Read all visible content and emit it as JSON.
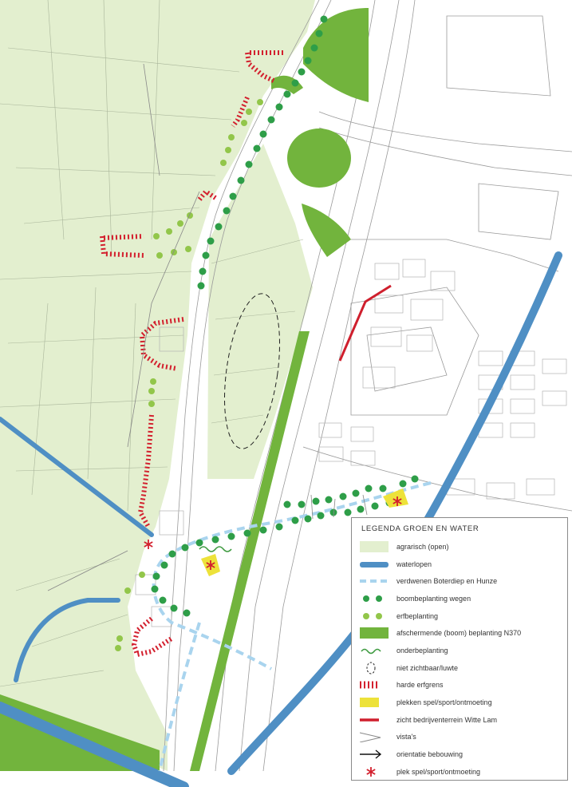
{
  "legend": {
    "title": "LEGENDA GROEN EN WATER",
    "items": [
      {
        "key": "agrarisch",
        "label": "agrarisch (open)",
        "symbol": "pale-green-fill",
        "color": "#e3efcf"
      },
      {
        "key": "waterlopen",
        "label": "waterlopen",
        "symbol": "blue-band",
        "color": "#4f8fc4"
      },
      {
        "key": "verdwenen",
        "label": "verdwenen Boterdiep en Hunze",
        "symbol": "light-blue-dash",
        "color": "#a9d4ee"
      },
      {
        "key": "boombeplanting",
        "label": "boombeplanting wegen",
        "symbol": "dark-green-dots",
        "color": "#2e9e48"
      },
      {
        "key": "erfbeplanting",
        "label": "erfbeplanting",
        "symbol": "light-green-dots",
        "color": "#92c64a"
      },
      {
        "key": "afschermende",
        "label": "afschermende (boom) beplanting N370",
        "symbol": "green-fill",
        "color": "#72b43d"
      },
      {
        "key": "onderbeplanting",
        "label": "onderbeplanting",
        "symbol": "green-wave",
        "color": "#3d9a3f"
      },
      {
        "key": "niet-zichtbaar",
        "label": "niet zichtbaar/luwte",
        "symbol": "dashed-ellipse",
        "color": "#222222"
      },
      {
        "key": "harde-erfgrens",
        "label": "harde erfgrens",
        "symbol": "red-hatch",
        "color": "#d3202e"
      },
      {
        "key": "plekken",
        "label": "plekken spel/sport/ontmoeting",
        "symbol": "yellow-fill",
        "color": "#ede23a"
      },
      {
        "key": "zicht",
        "label": "zicht bedrijventerrein Witte Lam",
        "symbol": "red-line",
        "color": "#cf1f2d"
      },
      {
        "key": "vistas",
        "label": "vista's",
        "symbol": "grey-chevron",
        "color": "#888888"
      },
      {
        "key": "orientatie",
        "label": "orientatie bebouwing",
        "symbol": "black-arrow",
        "color": "#111111"
      },
      {
        "key": "plek",
        "label": "plek spel/sport/ontmoeting",
        "symbol": "red-asterisk",
        "color": "#d3202e"
      }
    ]
  }
}
